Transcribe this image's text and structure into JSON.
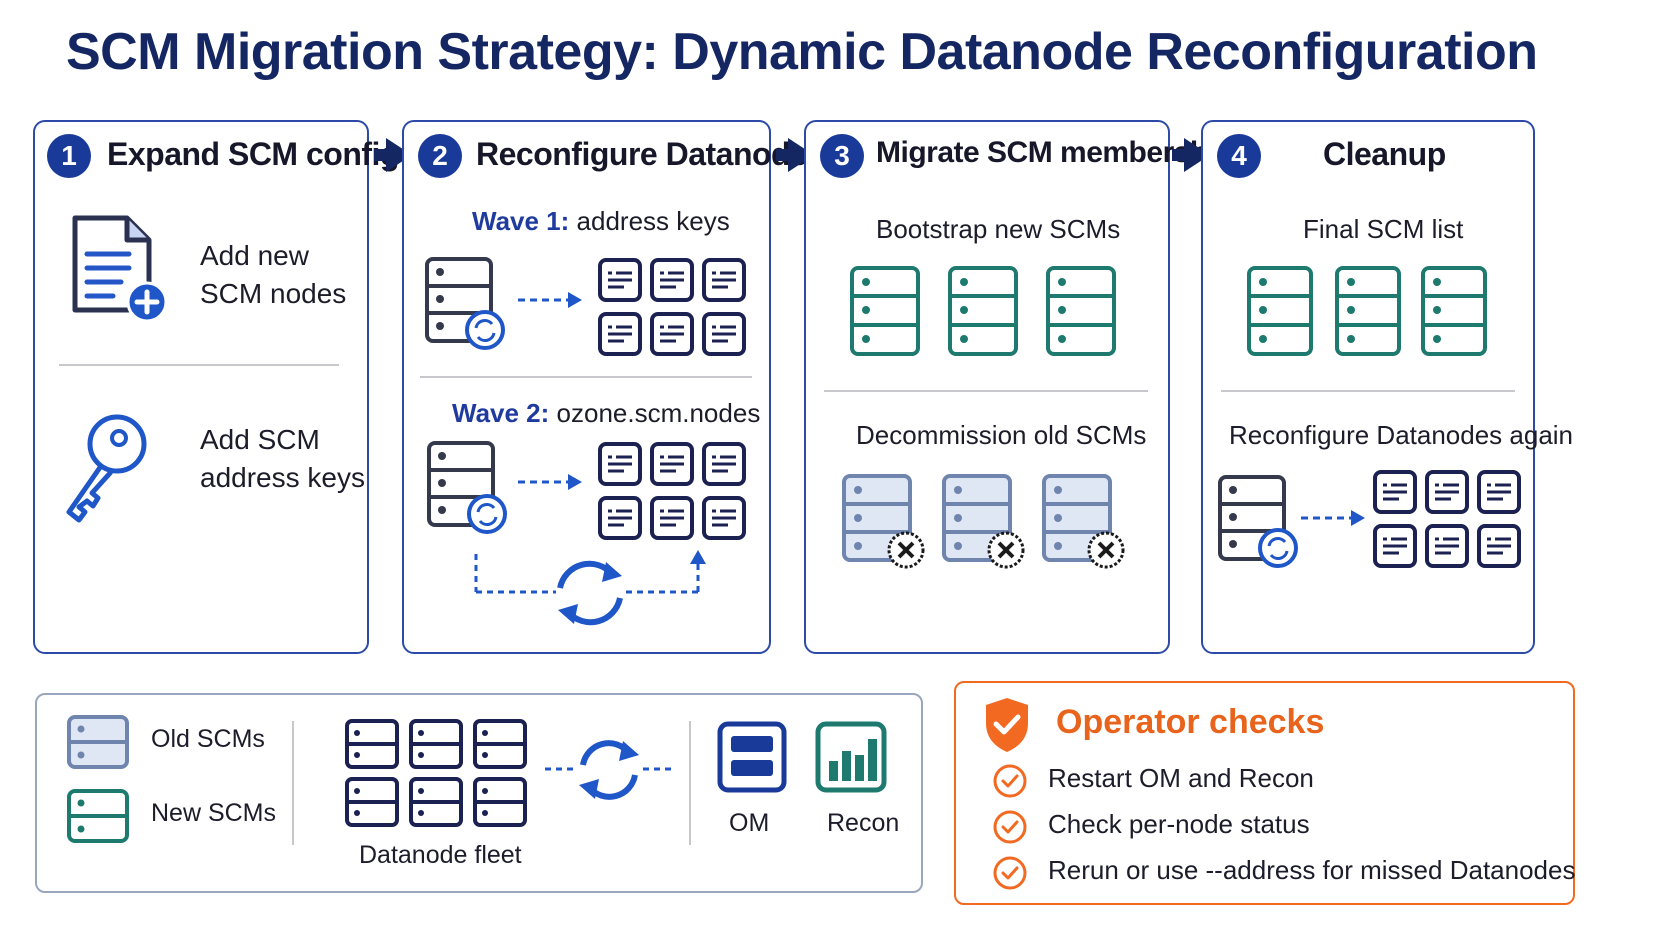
{
  "title": "SCM Migration Strategy: Dynamic Datanode Reconfiguration",
  "colors": {
    "navy": "#152763",
    "blue": "#1f56c8",
    "teal": "#1e7a6e",
    "orange": "#f26a21",
    "old_scm_fill": "#dfe6f4"
  },
  "steps": [
    {
      "num": "1",
      "title": "Expand SCM config",
      "items": [
        {
          "icon": "document-add-icon",
          "lines": [
            "Add new",
            "SCM nodes"
          ]
        },
        {
          "icon": "key-icon",
          "lines": [
            "Add SCM",
            "address keys"
          ]
        }
      ]
    },
    {
      "num": "2",
      "title": "Reconfigure Datanodes",
      "waves": [
        {
          "label": "Wave 1:",
          "text": "address keys"
        },
        {
          "label": "Wave 2:",
          "text": "ozone.scm.nodes"
        }
      ]
    },
    {
      "num": "3",
      "title": "Migrate SCM membership",
      "top": "Bootstrap new SCMs",
      "bottom": "Decommission old SCMs"
    },
    {
      "num": "4",
      "title": "Cleanup",
      "top": "Final SCM list",
      "bottom": "Reconfigure Datanodes again"
    }
  ],
  "legend": {
    "old": "Old SCMs",
    "new": "New SCMs",
    "fleet": "Datanode fleet",
    "om": "OM",
    "recon": "Recon"
  },
  "operator": {
    "title": "Operator checks",
    "items": [
      "Restart OM and Recon",
      "Check per-node status",
      "Rerun or use --address for missed Datanodes"
    ]
  }
}
